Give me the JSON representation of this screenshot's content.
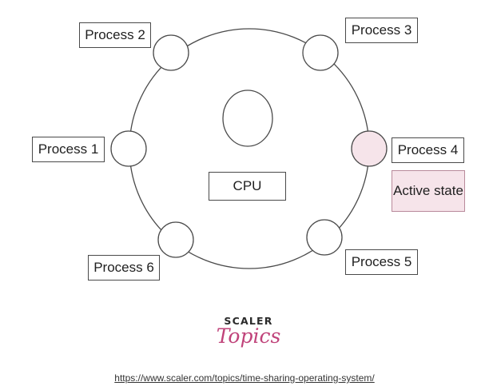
{
  "diagram": {
    "cpu_label": "CPU",
    "active_label": "Active state",
    "processes": [
      {
        "id": "process-1",
        "label": "Process 1"
      },
      {
        "id": "process-2",
        "label": "Process 2"
      },
      {
        "id": "process-3",
        "label": "Process 3"
      },
      {
        "id": "process-4",
        "label": "Process 4",
        "active": true
      },
      {
        "id": "process-5",
        "label": "Process 5"
      },
      {
        "id": "process-6",
        "label": "Process 6"
      }
    ],
    "colors": {
      "stroke": "#4a4a4a",
      "active_fill": "#f6e4ea",
      "active_border": "#b98a9b"
    }
  },
  "logo": {
    "line1": "SCALER",
    "line2": "Topics",
    "color": "#c0437a"
  },
  "source_url": "https://www.scaler.com/topics/time-sharing-operating-system/"
}
